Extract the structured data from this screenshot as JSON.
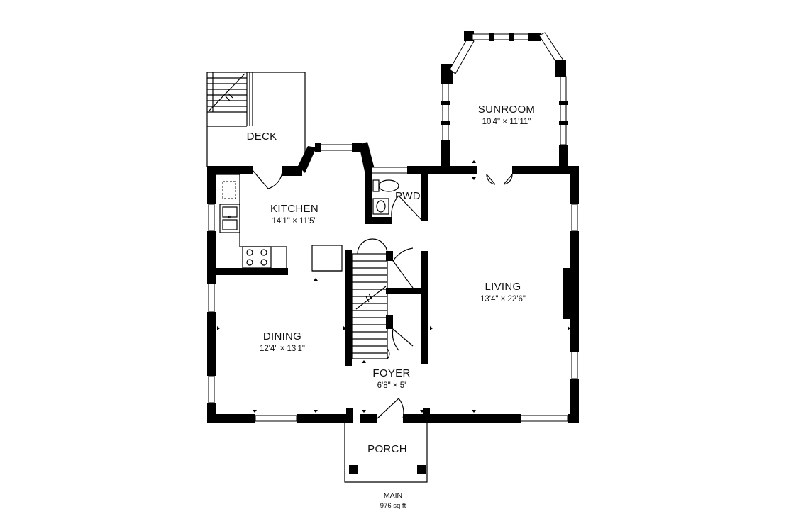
{
  "rooms": {
    "deck": {
      "name": "DECK"
    },
    "kitchen": {
      "name": "KITCHEN",
      "dims": "14'1\" × 11'5\""
    },
    "pwd": {
      "name": "PWD"
    },
    "sunroom": {
      "name": "SUNROOM",
      "dims": "10'4\" × 11'11\""
    },
    "living": {
      "name": "LIVING",
      "dims": "13'4\" × 22'6\""
    },
    "dining": {
      "name": "DINING",
      "dims": "12'4\" × 13'1\""
    },
    "foyer": {
      "name": "FOYER",
      "dims": "6'8\" × 5'"
    },
    "porch": {
      "name": "PORCH"
    }
  },
  "floor": {
    "label": "MAIN",
    "area": "976 sq ft"
  }
}
